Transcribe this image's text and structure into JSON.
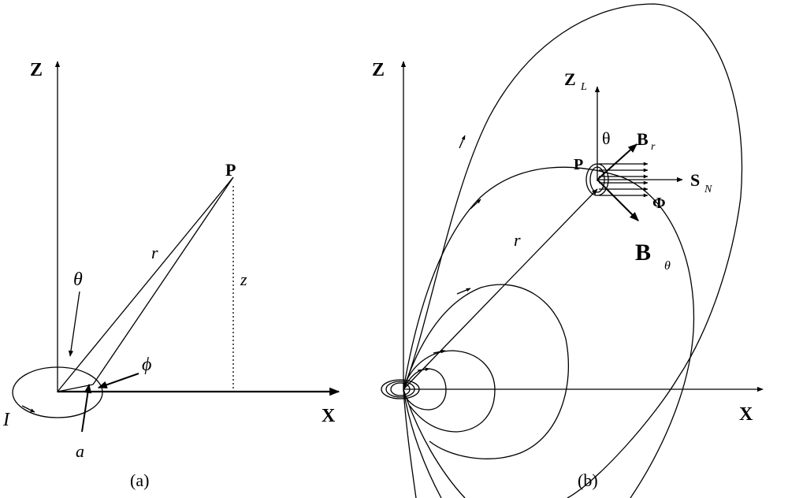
{
  "panel_a": {
    "axis_z": "Z",
    "axis_x": "X",
    "point": "P",
    "radius": "r",
    "height": "z",
    "polar_angle": "θ",
    "azimuth": "ϕ",
    "current": "I",
    "loop_radius": "a",
    "caption": "(a)"
  },
  "panel_b": {
    "axis_z": "Z",
    "axis_x": "X",
    "point": "P",
    "radius": "r",
    "local_z": "Z",
    "local_z_sub": "L",
    "local_theta": "θ",
    "b_r": "B",
    "b_r_sub": "r",
    "s_n": "S",
    "s_n_sub": "N",
    "phi": "Φ",
    "b_theta": "B",
    "b_theta_sub": "θ",
    "caption": "(b)"
  },
  "colors": {
    "ink": "#000000",
    "paper": "#ffffff"
  }
}
